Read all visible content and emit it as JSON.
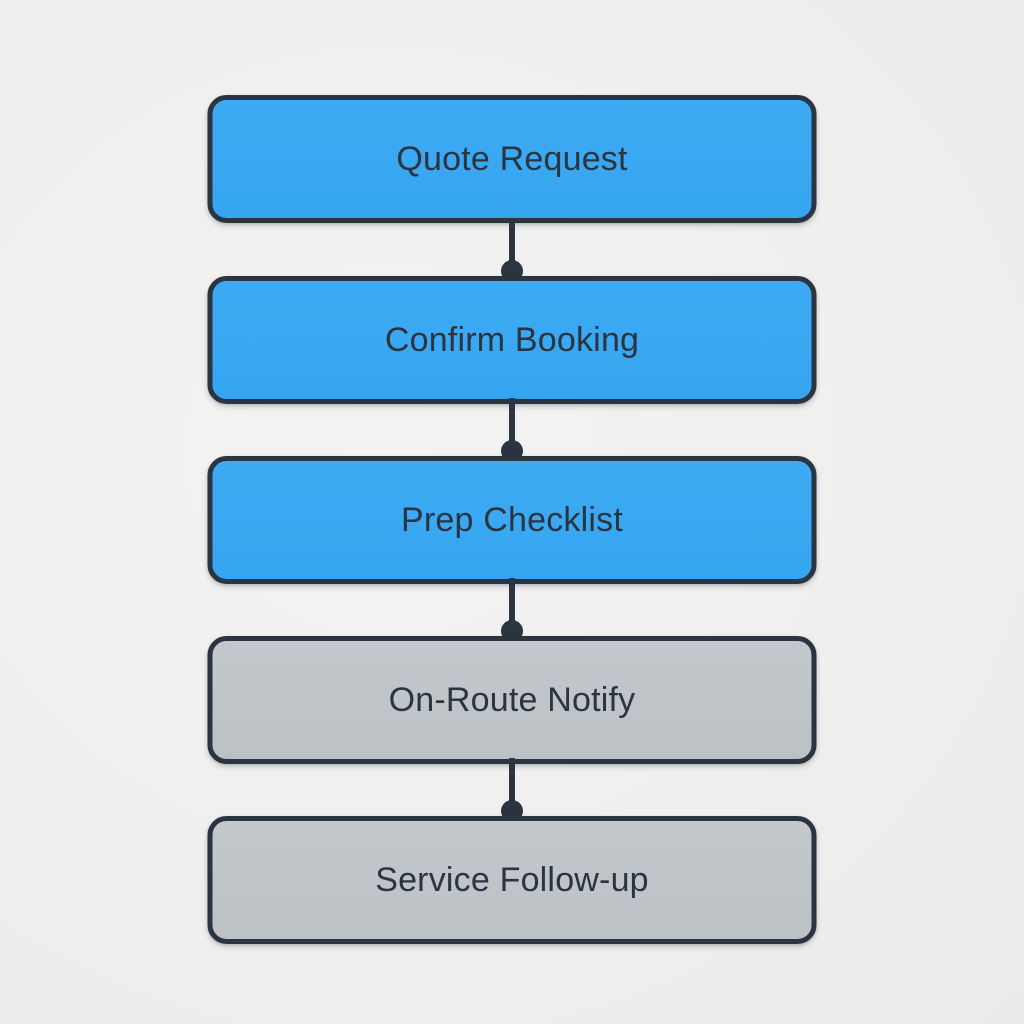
{
  "diagram": {
    "type": "flowchart",
    "orientation": "vertical-top-to-bottom",
    "title": "",
    "background_color": "#efefed",
    "palette": {
      "active_fill": "#3ba9f2",
      "pending_fill": "#bfc4c8",
      "stroke": "#2b3441",
      "text": "#2b3441"
    },
    "nodes": [
      {
        "id": "quote-request",
        "label": "Quote Request",
        "state": "active",
        "fill": "#3ba9f2"
      },
      {
        "id": "confirm-booking",
        "label": "Confirm Booking",
        "state": "active",
        "fill": "#3ba9f2"
      },
      {
        "id": "prep-checklist",
        "label": "Prep Checklist",
        "state": "active",
        "fill": "#3ba9f2"
      },
      {
        "id": "on-route-notify",
        "label": "On-Route Notify",
        "state": "pending",
        "fill": "#bfc4c8"
      },
      {
        "id": "service-followup",
        "label": "Service Follow-up",
        "state": "pending",
        "fill": "#bfc4c8"
      }
    ],
    "edges": [
      {
        "id": "edge-0",
        "from": "quote-request",
        "to": "confirm-booking",
        "marker": "dot",
        "label": ""
      },
      {
        "id": "edge-1",
        "from": "confirm-booking",
        "to": "prep-checklist",
        "marker": "dot",
        "label": ""
      },
      {
        "id": "edge-2",
        "from": "prep-checklist",
        "to": "on-route-notify",
        "marker": "dot",
        "label": ""
      },
      {
        "id": "edge-3",
        "from": "on-route-notify",
        "to": "service-followup",
        "marker": "dot",
        "label": ""
      }
    ]
  }
}
